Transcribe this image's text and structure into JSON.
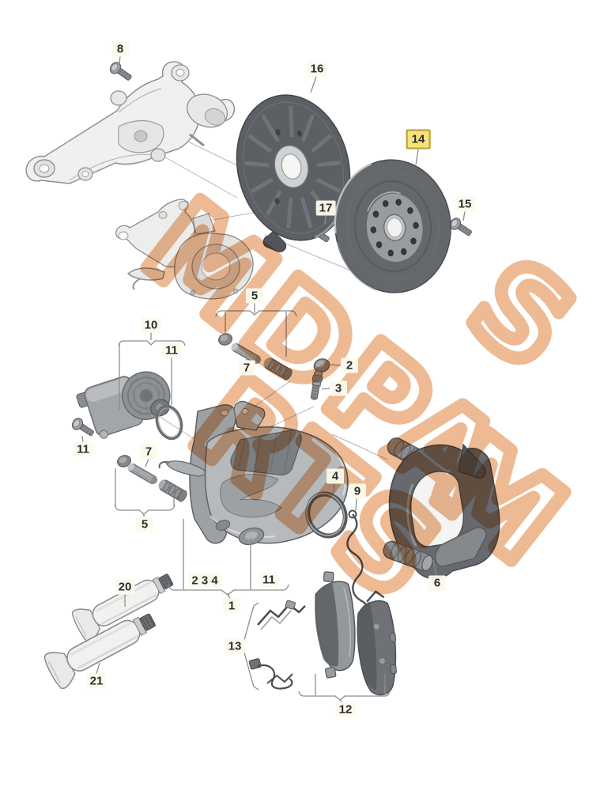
{
  "watermark": {
    "run_a": "MDPA",
    "run_b": "RTS",
    "run_c": "S",
    "run_d": "M",
    "color": "#e8a06b"
  },
  "highlight": {
    "background": "#f6e17b",
    "border": "#b89e2f",
    "selected_callout": "14"
  },
  "callouts": {
    "c8": "8",
    "c16": "16",
    "c14": "14",
    "c17": "17",
    "c15": "15",
    "c5_top": "5",
    "c7_top": "7",
    "c2": "2",
    "c3": "3",
    "c10": "10",
    "c11_oring": "11",
    "c11_bolt": "11",
    "c7_left": "7",
    "c5_left": "5",
    "c4": "4",
    "c9": "9",
    "c6": "6",
    "c234": "2 3 4",
    "c11_group": "11",
    "c1": "1",
    "c13": "13",
    "c12": "12",
    "c20": "20",
    "c21": "21"
  }
}
